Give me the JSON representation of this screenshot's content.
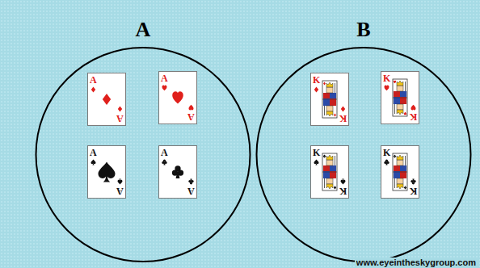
{
  "diagram": {
    "nodes": [
      {
        "text": [
          "A"
        ]
      },
      {
        "text": [
          "A",
          "A"
        ],
        "in": 0
      },
      {
        "text": [
          "A",
          "A"
        ],
        "in": 0
      },
      {
        "text": [
          "A",
          "A"
        ],
        "in": 0
      },
      {
        "text": [
          "A",
          "A"
        ],
        "in": 0
      },
      {
        "text": [
          "B"
        ]
      },
      {
        "text": [
          "K",
          "K"
        ],
        "in": 5
      },
      {
        "text": [
          "K",
          "K"
        ],
        "in": 5
      },
      {
        "text": [
          "K",
          "K"
        ],
        "in": 5
      },
      {
        "text": [
          "K",
          "K"
        ],
        "in": 5
      }
    ],
    "labels": [
      "www.eyeintheskygroup.com"
    ]
  }
}
